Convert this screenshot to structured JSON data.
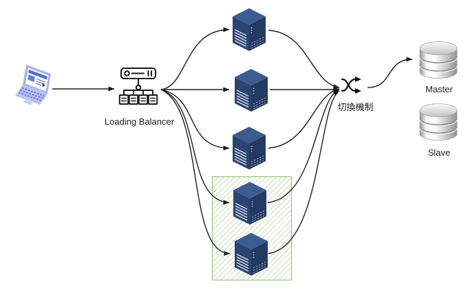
{
  "labels": {
    "load_balancer": "Loading Balancer",
    "switch_mechanism": "切換機制",
    "master_db": "Master",
    "slave_db": "Slave"
  },
  "colors": {
    "line": "#1c1c1c",
    "server_top": "#3e5b92",
    "server_left": "#2a4573",
    "server_right": "#233a63",
    "green_border": "#8ebe70",
    "green_hatch": "#d2e7c6",
    "laptop_body": "#a7b3ec",
    "laptop_base": "#b9c3f2",
    "laptop_accent": "#4d6fd6",
    "db_light": "#f7f7f7",
    "db_mid": "#cccccc",
    "db_dark": "#939393",
    "label_color": "#212121"
  },
  "graph": {
    "nodes": [
      {
        "id": "client",
        "type": "laptop",
        "label": ""
      },
      {
        "id": "load_balancer",
        "type": "load-balancer",
        "label": "Loading Balancer"
      },
      {
        "id": "server1",
        "type": "server",
        "label": ""
      },
      {
        "id": "server2",
        "type": "server",
        "label": ""
      },
      {
        "id": "server3",
        "type": "server",
        "label": ""
      },
      {
        "id": "server4",
        "type": "server",
        "label": ""
      },
      {
        "id": "server5",
        "type": "server",
        "label": ""
      },
      {
        "id": "switch",
        "type": "crossed-arrows-switch",
        "label": "切換機制"
      },
      {
        "id": "master",
        "type": "database",
        "label": "Master"
      },
      {
        "id": "slave",
        "type": "database",
        "label": "Slave"
      }
    ],
    "edges": [
      {
        "from": "client",
        "to": "load_balancer"
      },
      {
        "from": "load_balancer",
        "to": "server1"
      },
      {
        "from": "load_balancer",
        "to": "server2"
      },
      {
        "from": "load_balancer",
        "to": "server3"
      },
      {
        "from": "load_balancer",
        "to": "server4"
      },
      {
        "from": "load_balancer",
        "to": "server5"
      },
      {
        "from": "server1",
        "to": "switch"
      },
      {
        "from": "server2",
        "to": "switch"
      },
      {
        "from": "server3",
        "to": "switch"
      },
      {
        "from": "server4",
        "to": "switch"
      },
      {
        "from": "server5",
        "to": "switch"
      },
      {
        "from": "switch",
        "to": "master"
      }
    ],
    "groups": [
      {
        "members": [
          "server4",
          "server5"
        ],
        "style": "green-hatched-box"
      }
    ]
  }
}
